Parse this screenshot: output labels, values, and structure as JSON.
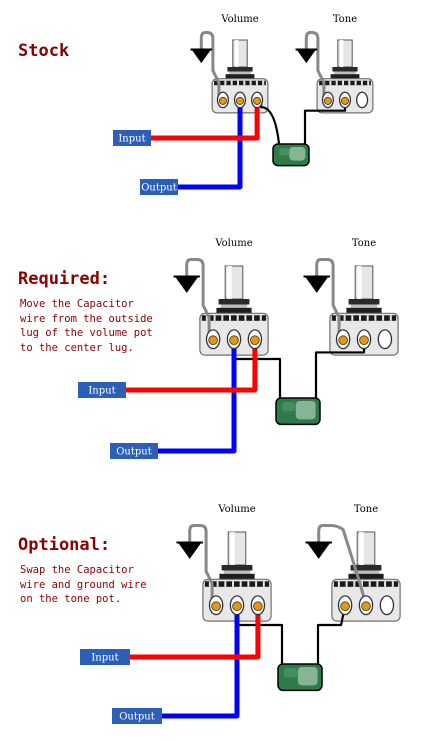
{
  "sections": [
    {
      "id": "stock",
      "heading": "Stock",
      "note": "",
      "volume_label": "Volume",
      "tone_label": "Tone",
      "input_label": "Input",
      "output_label": "Output"
    },
    {
      "id": "required",
      "heading": "Required:",
      "note": "Move the Capacitor\nwire from the outside\nlug of the volume pot\nto the center lug.",
      "volume_label": "Volume",
      "tone_label": "Tone",
      "input_label": "Input",
      "output_label": "Output"
    },
    {
      "id": "optional",
      "heading": "Optional:",
      "note": "Swap the Capacitor\nwire and ground wire\non the tone pot.",
      "volume_label": "Volume",
      "tone_label": "Tone",
      "input_label": "Input",
      "output_label": "Output"
    }
  ],
  "colors": {
    "heading_text": "#8b0000",
    "input_wire": "#ff0000",
    "output_wire": "#0000ff",
    "ground_wire": "#888888",
    "cap_wire": "#000000",
    "label_box": "#2c5fb8",
    "capacitor": "#2e7a4a",
    "lug": "#e8960c"
  }
}
